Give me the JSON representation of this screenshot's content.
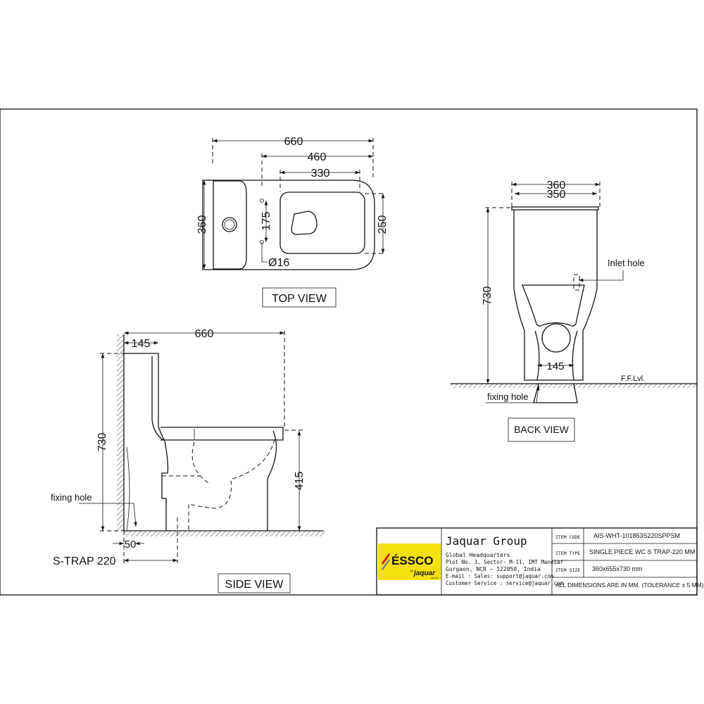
{
  "top_view": {
    "label": "TOP VIEW",
    "dim_length": "660",
    "dim_460": "460",
    "dim_330": "330",
    "dim_width": "360",
    "dim_250": "250",
    "dim_175": "175",
    "hole_dia": "Ø16"
  },
  "side_view": {
    "label": "SIDE VIEW",
    "dim_length": "660",
    "dim_145": "145",
    "dim_height": "730",
    "dim_415": "415",
    "fixing_hole": "fixing hole",
    "dim_50": "50",
    "strap": "S-TRAP 220"
  },
  "back_view": {
    "label": "BACK VIEW",
    "dim_360": "360",
    "dim_350": "350",
    "dim_height": "730",
    "inlet_hole": "Inlet hole",
    "dim_145": "145",
    "floor_level": "F.F.Lvl.",
    "fixing_hole": "fixing hole"
  },
  "title_block": {
    "logo_text": "ÉSSCO",
    "logo_sub": "jaquar",
    "logo_by": "by",
    "logo_group": "GROUP",
    "logo_colors": {
      "background": "#f5e00f",
      "red": "#c8232c",
      "grey": "#8a8a8a"
    },
    "company": "Jaquar Group",
    "address": [
      "Global Headquarters",
      "Plot No. 3, Sector- M-11, IMT Manesar",
      "Gurgaon, NCR – 122050, India",
      "E-mail : Sales: support@jaquar.com",
      "Customer Service : service@jaquar.com"
    ],
    "item_code_label": "ITEM CODE",
    "item_code": "AIS-WHT-101853S220SPPSM",
    "item_type_label": "ITEM TYPE",
    "item_type": "SINGLE PIECE WC S TRAP-220 MM",
    "item_size_label": "ITEM SIZE",
    "item_size": "360x655x730 mm",
    "note": "ALL DIMENSIONS ARE IN MM. (TOLERANCE ± 5 MM)"
  }
}
